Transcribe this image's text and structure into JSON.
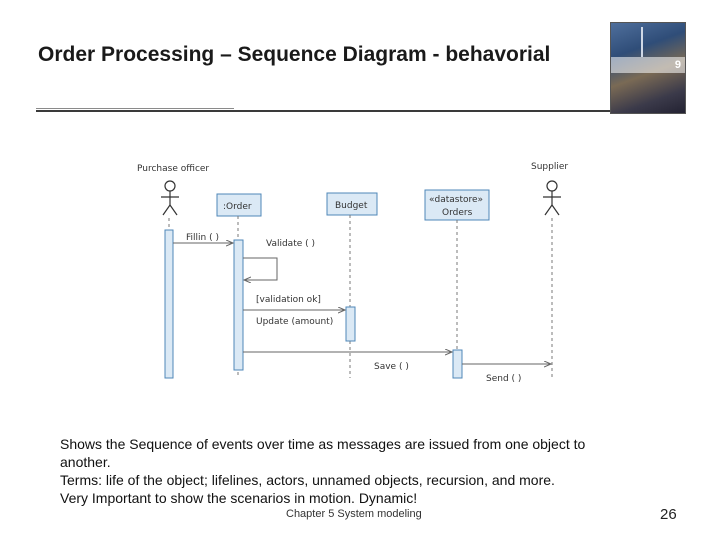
{
  "title": "Order Processing – Sequence Diagram - behavorial",
  "diagram": {
    "actors": {
      "purchase_officer": "Purchase officer",
      "supplier": "Supplier"
    },
    "objects": {
      "order": ":Order",
      "budget": "Budget",
      "orders_stereotype": "«datastore»",
      "orders_name": "Orders"
    },
    "messages": {
      "fillin": "Fillin ( )",
      "validate": "Validate ( )",
      "validation_ok": "[validation ok]",
      "update": "Update (amount)",
      "save": "Save ( )",
      "send": "Send ( )"
    }
  },
  "body": {
    "line1": "Shows the Sequence of events over time as messages are issued from one object to",
    "line2": " another.",
    "line3": "Terms:  life of the object;  lifelines, actors, unnamed objects, recursion, and more.",
    "line4": "Very Important to show the scenarios in motion.  Dynamic!"
  },
  "footer": "Chapter 5 System modeling",
  "page_number": "26",
  "colors": {
    "object_fill": "#dbe9f5",
    "object_border": "#4f87b8",
    "lifeline": "#7a7a7a"
  }
}
